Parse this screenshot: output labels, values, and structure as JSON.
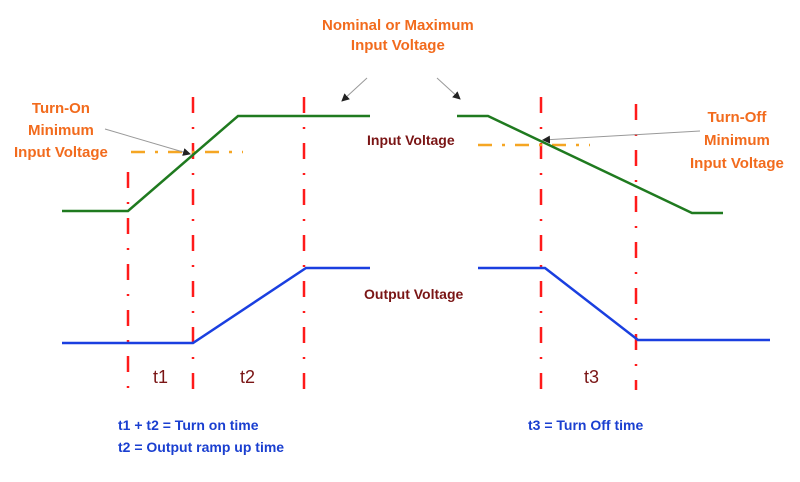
{
  "labels": {
    "nominal": "Nominal or Maximum\nInput Voltage",
    "nominal_l1": "Nominal or Maximum",
    "nominal_l2": "Input Voltage",
    "turn_on_l1": "Turn-On",
    "turn_on_l2": "Minimum",
    "turn_on_l3": "Input Voltage",
    "turn_off_l1": "Turn-Off",
    "turn_off_l2": "Minimum",
    "turn_off_l3": "Input Voltage",
    "input_voltage": "Input Voltage",
    "output_voltage": "Output Voltage",
    "t1": "t1",
    "t2": "t2",
    "t3": "t3"
  },
  "legend": {
    "line1": "t1 + t2 = Turn on time",
    "line2": "t2 = Output ramp up time",
    "line3": "t3 = Turn Off time"
  },
  "colors": {
    "input": "#1f7a1f",
    "output": "#1a3fe0",
    "marker": "#ff1a1a",
    "threshold": "#f5a623",
    "label": "#f26b1d"
  }
}
